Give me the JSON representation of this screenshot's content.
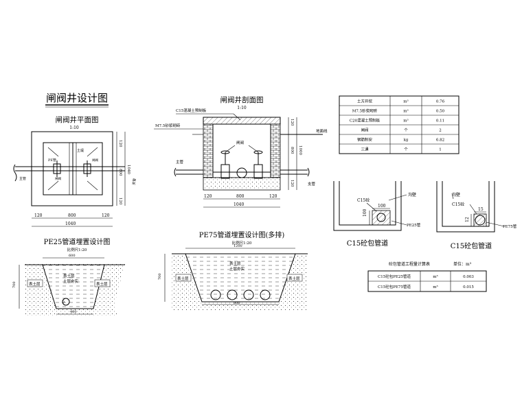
{
  "main_title": "闸阀井设计图",
  "plan": {
    "title": "闸阀井平面图",
    "scale": "1:10",
    "labels": {
      "top": "土堤",
      "tpipe": "PE管",
      "valve_l": "闸阀",
      "valve_r": "闸阀",
      "main_pipe": "主管",
      "branch": "支管"
    },
    "dims": {
      "d120": "120",
      "d800": "800",
      "d1040": "1040"
    }
  },
  "section": {
    "title": "闸阀井剖面图",
    "scale": "1:10",
    "labels": {
      "cover": "C15混凝土预制板",
      "wall": "M7.5砂浆砌砖",
      "ground": "地面线",
      "valve": "闸阀",
      "main_pipe": "主管",
      "branch": "支管"
    },
    "dims": {
      "d120": "120",
      "d800": "800",
      "d1000": "1000",
      "d1040": "1040"
    }
  },
  "quantity_table": {
    "rows": [
      {
        "name": "土方开挖",
        "unit": "m³",
        "qty": "0.76"
      },
      {
        "name": "M7.5砂浆砌砖",
        "unit": "m³",
        "qty": "0.50"
      },
      {
        "name": "C20混凝土预制板",
        "unit": "m³",
        "qty": "0.11"
      },
      {
        "name": "闸阀",
        "unit": "个",
        "qty": "2"
      },
      {
        "name": "钢筋制安",
        "unit": "kg",
        "qty": "6.82"
      },
      {
        "name": "三通",
        "unit": "个",
        "qty": "1"
      }
    ]
  },
  "pe25_trench": {
    "title": "PE25管道埋置设计图",
    "scale": "比例尺1:20",
    "dims": {
      "top": "600",
      "height": "700",
      "bottom": "400"
    },
    "labels": {
      "topsoil": "表土层",
      "fill": "土层夯实",
      "pipe": "D"
    }
  },
  "pe75_trench": {
    "title": "PE75管道埋置设计图(多排)",
    "scale": "比例尺1:20",
    "dims": {
      "top": "1200",
      "height": "700",
      "bottom": "800"
    },
    "labels": {
      "topsoil": "表土层",
      "fill": "土层夯实"
    }
  },
  "c15_left": {
    "caption": "C15砼包管道",
    "labels": {
      "trench": "沟壁",
      "concrete": "C15砼",
      "pipe": "PE25管"
    },
    "dims": {
      "w": "100",
      "h": "100"
    }
  },
  "c15_right": {
    "caption": "C15砼包管道",
    "labels": {
      "trench": "沟壁",
      "concrete": "C15砼",
      "pipe": "PE75管"
    },
    "dims": {
      "w": "15",
      "h": "12"
    }
  },
  "concrete_table": {
    "title": "砼包管道工程量计算表",
    "unit_note": "单位：m³",
    "rows": [
      {
        "name": "C15砼包PE25管道",
        "unit": "m³",
        "qty": "0.003"
      },
      {
        "name": "C15砼包PE75管道",
        "unit": "m³",
        "qty": "0.015"
      }
    ]
  }
}
